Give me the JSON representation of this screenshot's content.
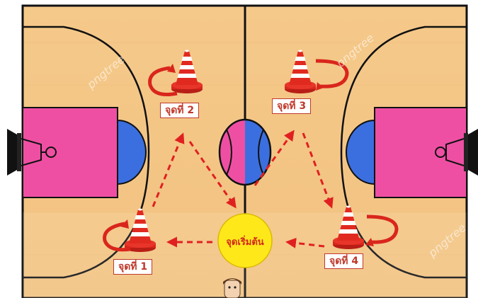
{
  "diagram": {
    "points": {
      "p1": "จุดที่ 1",
      "p2": "จุดที่ 2",
      "p3": "จุดที่ 3",
      "p4": "จุดที่ 4"
    },
    "start": "จุดเริ่มต้น",
    "watermark": "pngtree"
  },
  "colors": {
    "court_wood": "#f5c98a",
    "court_line": "#111111",
    "paint": "#ee4fa3",
    "key_circle": "#3b6fe0",
    "cone_red": "#d9261c",
    "arrow_red": "#e02020",
    "start_circle": "#ffe81a"
  },
  "icons": [
    "traffic-cone-icon",
    "circular-arrow-icon",
    "person-icon",
    "basketball-hoop-icon"
  ]
}
